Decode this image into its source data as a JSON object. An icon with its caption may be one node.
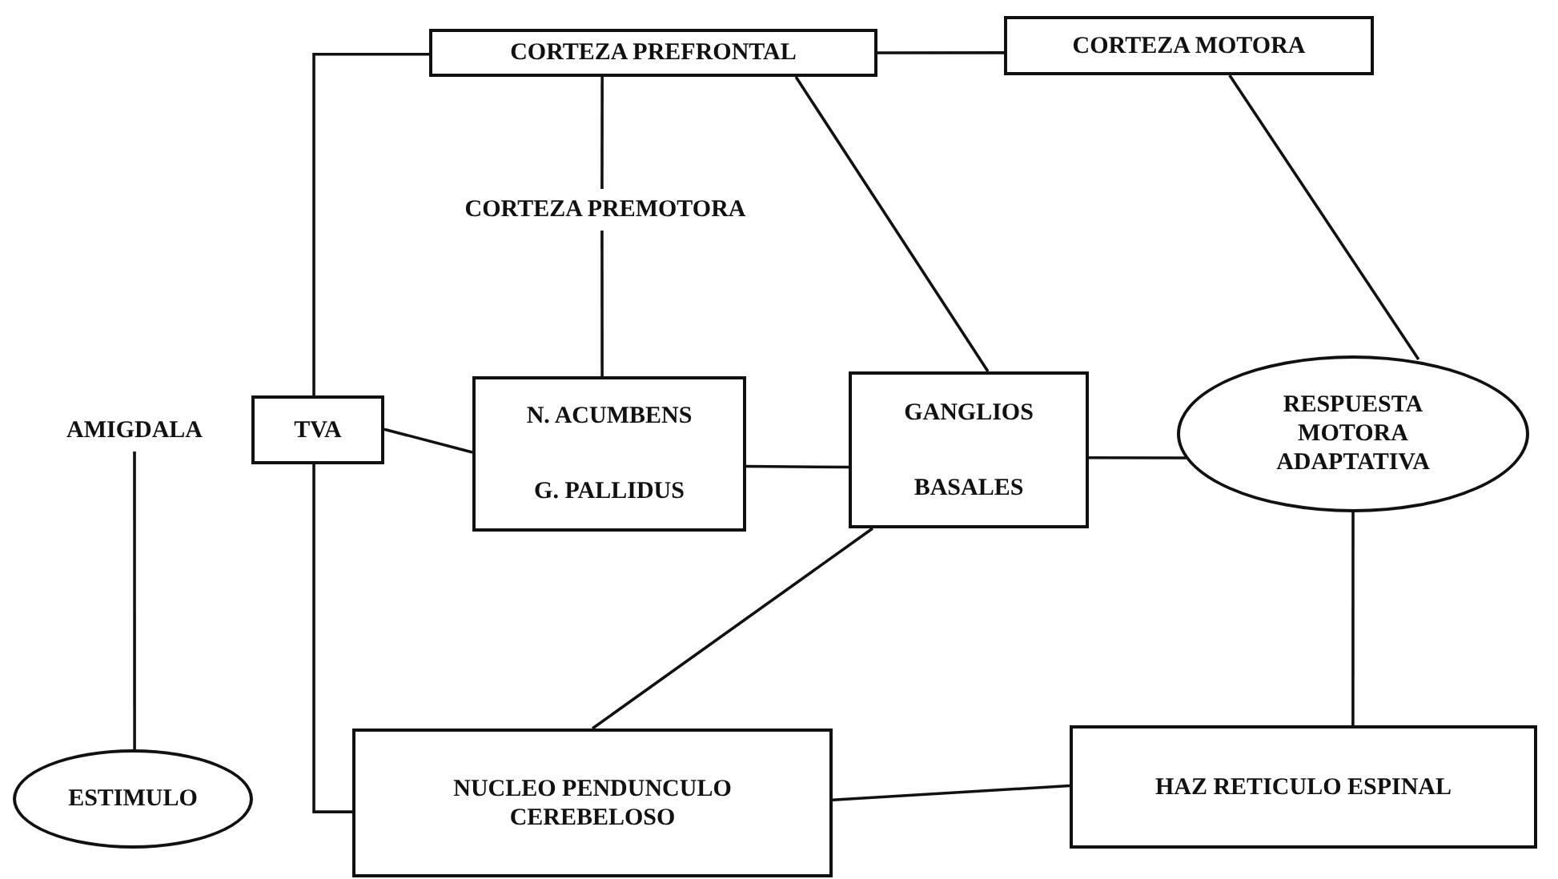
{
  "diagram": {
    "nodes": [
      {
        "text": [
          "CORTEZA PREFRONTAL"
        ]
      },
      {
        "text": [
          "CORTEZA MOTORA"
        ]
      },
      {
        "text": [
          "CORTEZA PREMOTORA"
        ]
      },
      {
        "text": [
          "AMIGDALA"
        ]
      },
      {
        "text": [
          "TVA"
        ]
      },
      {
        "text": [
          "N. ACUMBENS",
          "G. PALLIDUS"
        ]
      },
      {
        "text": [
          "GANGLIOS",
          "BASALES"
        ]
      },
      {
        "text": [
          "RESPUESTA MOTORA ADAPTATIVA"
        ]
      },
      {
        "text": [
          "ESTIMULO"
        ]
      },
      {
        "text": [
          "NUCLEO PENDUNCULO CEREBELOSO"
        ]
      },
      {
        "text": [
          "HAZ RETICULO ESPINAL"
        ]
      }
    ],
    "edges": [
      {
        "from": 0,
        "to": 4,
        "arrow": "none"
      },
      {
        "from": 0,
        "to": 1,
        "arrow": "none"
      },
      {
        "from": 0,
        "to": 2,
        "arrow": "none"
      },
      {
        "from": 2,
        "to": 5,
        "arrow": "none"
      },
      {
        "from": 0,
        "to": 6,
        "arrow": "none"
      },
      {
        "from": 1,
        "to": 7,
        "arrow": "none"
      },
      {
        "from": 4,
        "to": 5,
        "arrow": "none"
      },
      {
        "from": 5,
        "to": 6,
        "arrow": "none"
      },
      {
        "from": 6,
        "to": 7,
        "arrow": "none"
      },
      {
        "from": 3,
        "to": 8,
        "arrow": "none"
      },
      {
        "from": 6,
        "to": 9,
        "arrow": "none"
      },
      {
        "from": 4,
        "to": 9,
        "arrow": "none"
      },
      {
        "from": 9,
        "to": 10,
        "arrow": "none"
      },
      {
        "from": 7,
        "to": 10,
        "arrow": "none"
      }
    ]
  }
}
